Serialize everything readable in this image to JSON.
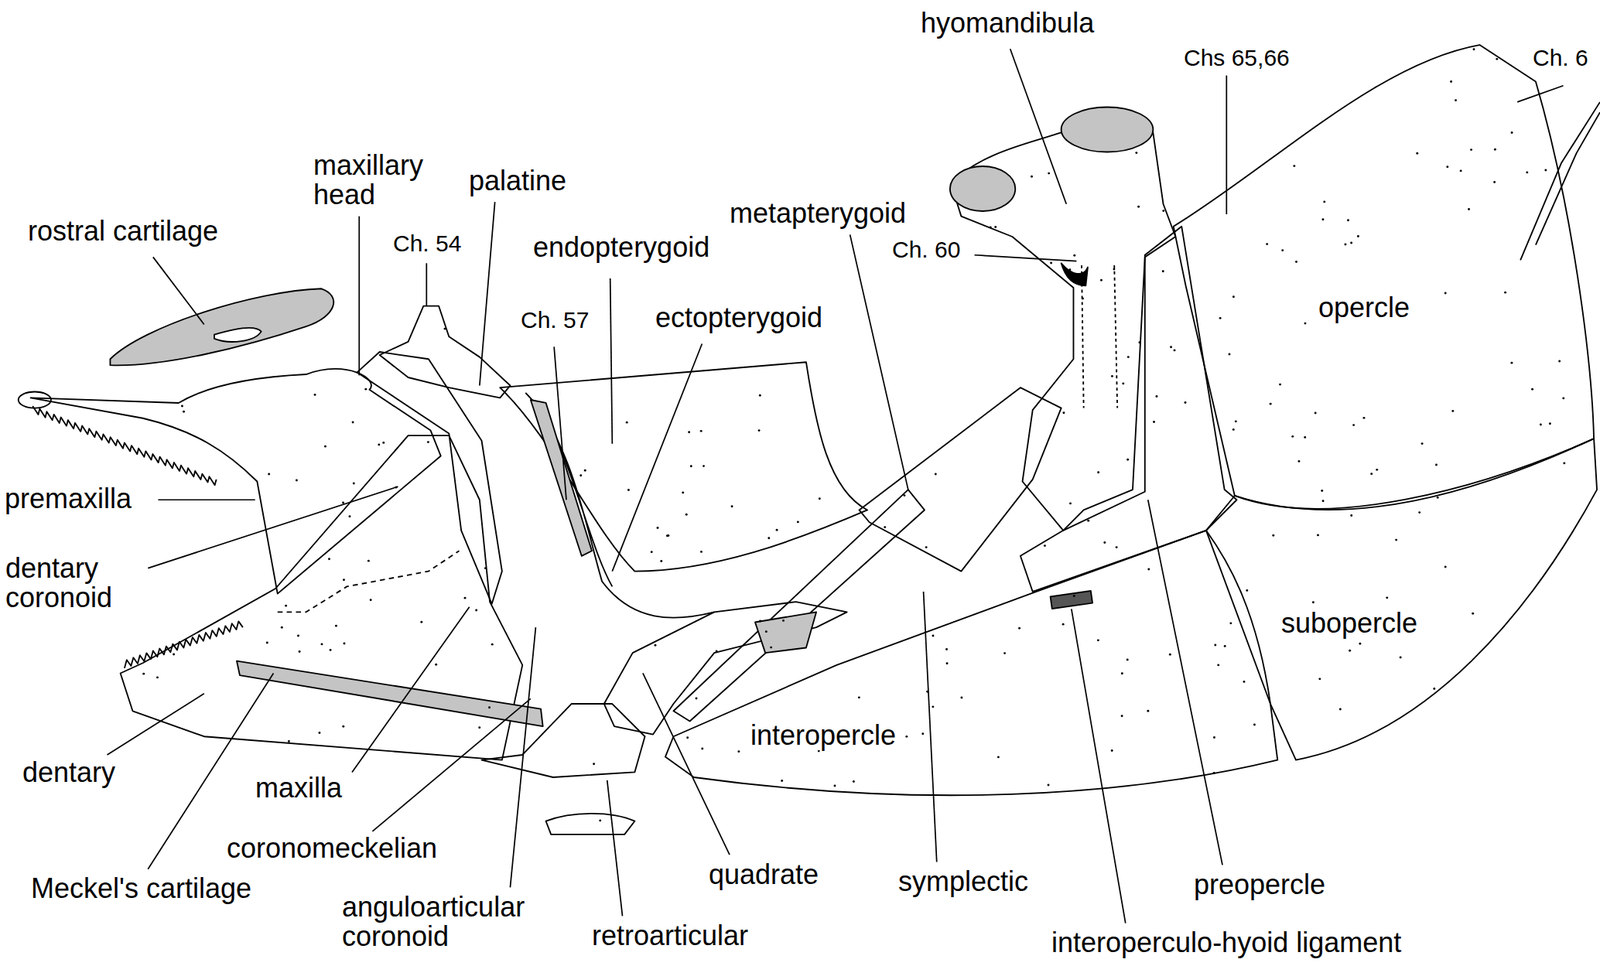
{
  "diagram": {
    "labels": [
      "hyomandibula",
      "Chs 65,66",
      "Ch. 6",
      "maxillary head",
      "palatine",
      "rostral cartilage",
      "Ch. 54",
      "endopterygoid",
      "metapterygoid",
      "Ch. 60",
      "Ch. 57",
      "ectopterygoid",
      "opercle",
      "premaxilla",
      "dentary coronoid",
      "subopercle",
      "interopercle",
      "dentary",
      "maxilla",
      "coronomeckelian",
      "Meckel's cartilage",
      "anguloarticular coronoid",
      "retroarticular",
      "quadrate",
      "symplectic",
      "preopercle",
      "interoperculo-hyoid ligament"
    ]
  }
}
